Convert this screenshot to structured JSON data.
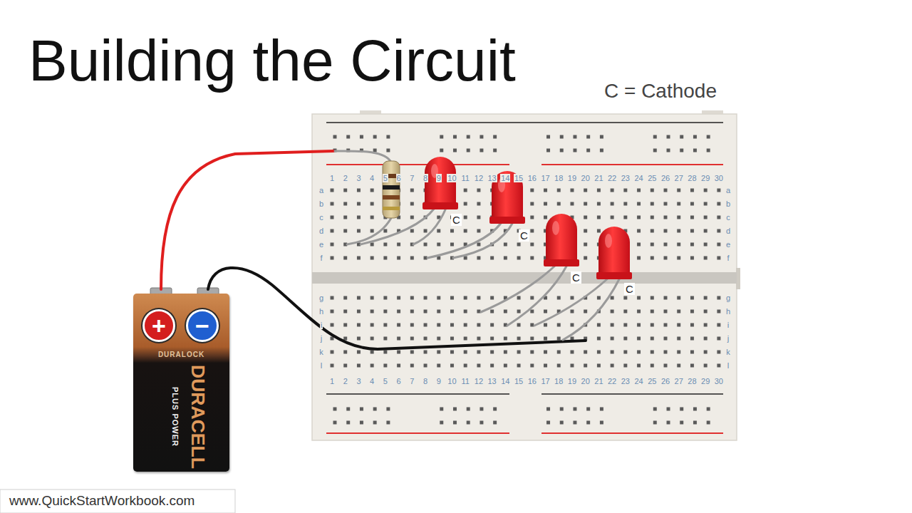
{
  "diagram": {
    "title": "Building the Circuit",
    "nodes": [
      {
        "text": [
          "DURALOCK",
          "DURACELL",
          "PLUS POWER"
        ]
      },
      {
        "text": [
          "+"
        ],
        "in": 0
      },
      {
        "text": [
          "−"
        ],
        "in": 0
      }
    ],
    "labels": [
      "C = Cathode",
      "C",
      "C",
      "C",
      "C",
      "1",
      "2",
      "3",
      "4",
      "5",
      "6",
      "7",
      "8",
      "9",
      "10",
      "11",
      "12",
      "13",
      "14",
      "15",
      "16",
      "17",
      "18",
      "19",
      "20",
      "21",
      "22",
      "23",
      "24",
      "25",
      "26",
      "27",
      "28",
      "29",
      "30",
      "1",
      "2",
      "3",
      "4",
      "5",
      "6",
      "7",
      "8",
      "9",
      "10",
      "11",
      "12",
      "13",
      "14",
      "15",
      "16",
      "17",
      "18",
      "19",
      "20",
      "21",
      "22",
      "23",
      "24",
      "25",
      "26",
      "27",
      "28",
      "29",
      "30",
      "a",
      "b",
      "c",
      "d",
      "e",
      "f",
      "g",
      "h",
      "i",
      "j",
      "k",
      "l",
      "a",
      "b",
      "c",
      "d",
      "e",
      "f",
      "g",
      "h",
      "i",
      "j",
      "k",
      "l",
      "www.QuickStartWorkbook.com"
    ]
  }
}
